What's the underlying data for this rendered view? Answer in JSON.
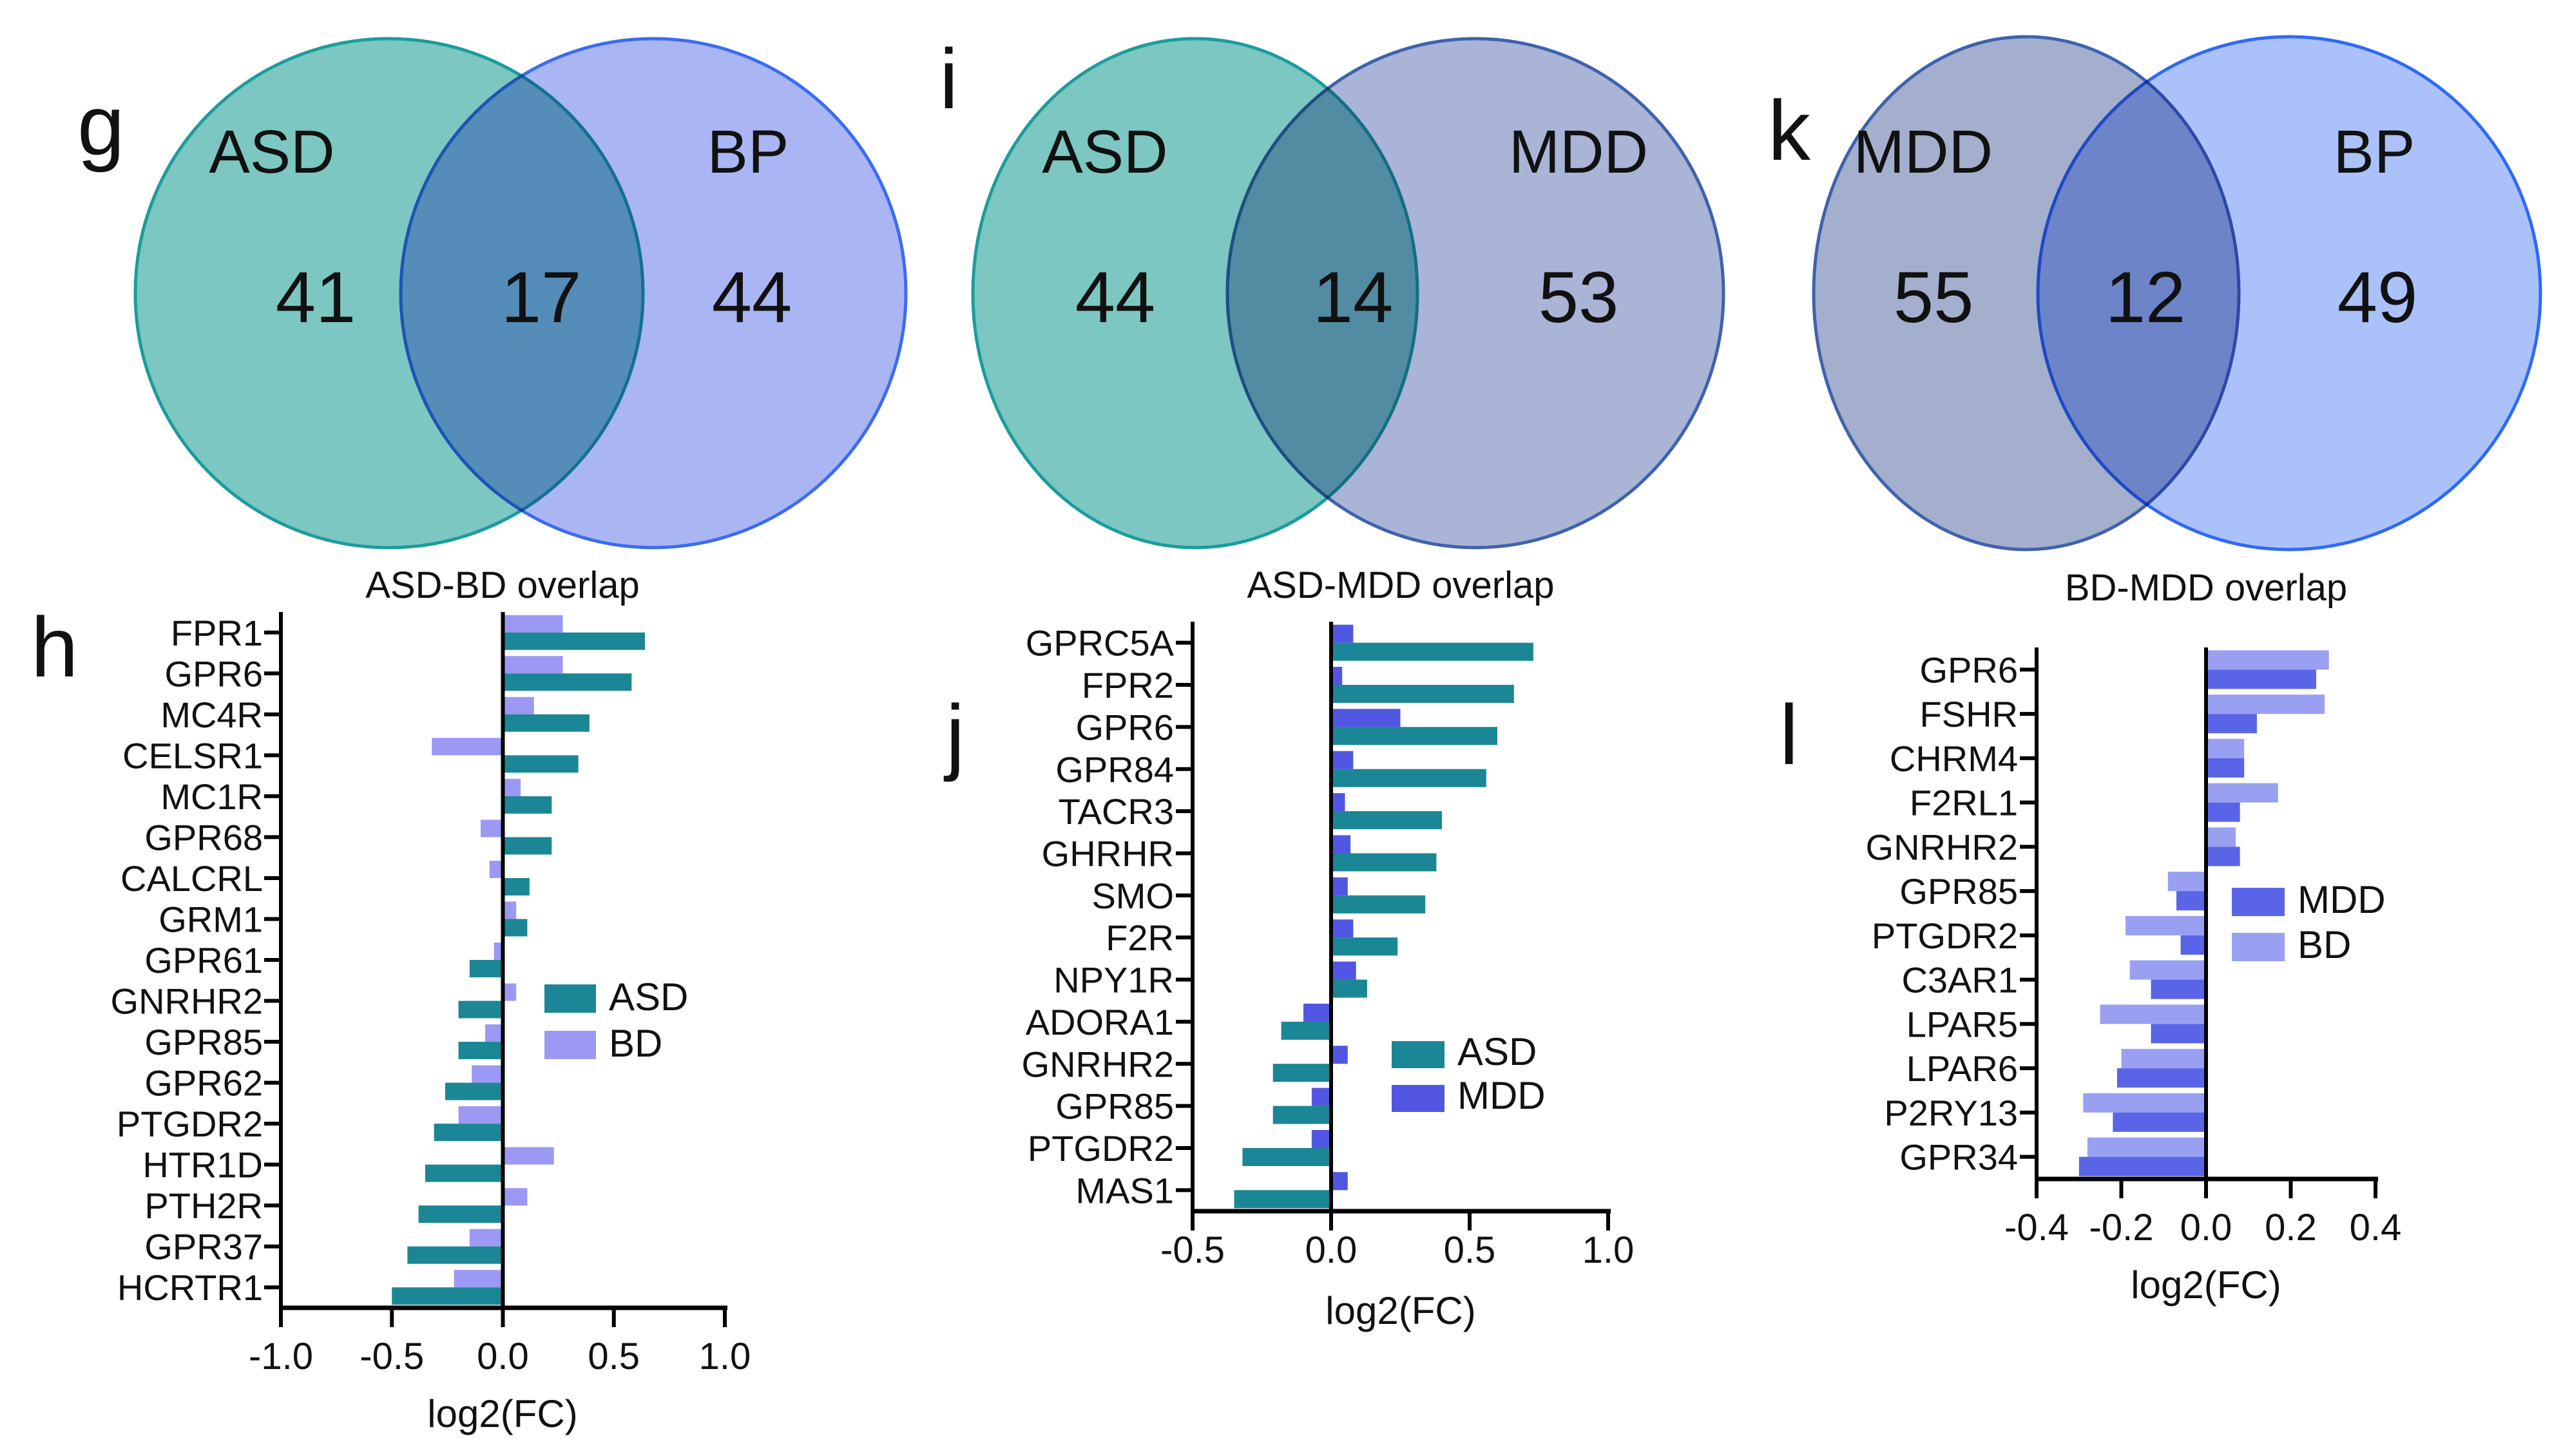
{
  "figure_background": "#ffffff",
  "venns": [
    {
      "letter": "g",
      "left_label": "ASD",
      "right_label": "BP",
      "left_count": "41",
      "overlap_count": "17",
      "right_count": "44",
      "left_fill": "#7cc7c1",
      "left_stroke": "#1c9c9c",
      "right_fill": "#aab5f4",
      "right_stroke": "#3b6cf0"
    },
    {
      "letter": "i",
      "left_label": "ASD",
      "right_label": "MDD",
      "left_count": "44",
      "overlap_count": "14",
      "right_count": "53",
      "left_fill": "#7cc7c1",
      "left_stroke": "#1c9c9c",
      "right_fill": "#a9b4d6",
      "right_stroke": "#3f62ac"
    },
    {
      "letter": "k",
      "left_label": "MDD",
      "right_label": "BP",
      "left_count": "55",
      "overlap_count": "12",
      "right_count": "49",
      "left_fill": "#a3afcd",
      "left_stroke": "#3f62ac",
      "right_fill": "#abc1fa",
      "right_stroke": "#2f6af5"
    }
  ],
  "chart_data": [
    {
      "type": "bar",
      "orientation": "horizontal",
      "panel_letter": "h",
      "title": "ASD-BD overlap",
      "xlabel": "log2(FC)",
      "xlim": [
        -1.0,
        1.0
      ],
      "xticks": [
        "-1.0",
        "-0.5",
        "0.0",
        "0.5",
        "1.0"
      ],
      "xtick_values": [
        -1.0,
        -0.5,
        0.0,
        0.5,
        1.0
      ],
      "grid": false,
      "legend_position": "inside-right",
      "categories": [
        "FPR1",
        "GPR6",
        "MC4R",
        "CELSR1",
        "MC1R",
        "GPR68",
        "CALCRL",
        "GRM1",
        "GPR61",
        "GNRHR2",
        "GPR85",
        "GPR62",
        "PTGDR2",
        "HTR1D",
        "PTH2R",
        "GPR37",
        "HCRTR1"
      ],
      "series": [
        {
          "name": "ASD",
          "color": "#1b8695",
          "values": [
            0.64,
            0.58,
            0.39,
            0.34,
            0.22,
            0.22,
            0.12,
            0.11,
            -0.15,
            -0.2,
            -0.2,
            -0.26,
            -0.31,
            -0.35,
            -0.38,
            -0.43,
            -0.5
          ]
        },
        {
          "name": "BD",
          "color": "#9b99f3",
          "values": [
            0.27,
            0.27,
            0.14,
            -0.32,
            0.08,
            -0.1,
            -0.06,
            0.06,
            -0.04,
            0.06,
            -0.08,
            -0.14,
            -0.2,
            0.23,
            0.11,
            -0.15,
            -0.22
          ]
        }
      ]
    },
    {
      "type": "bar",
      "orientation": "horizontal",
      "panel_letter": "j",
      "title": "ASD-MDD overlap",
      "xlabel": "log2(FC)",
      "xlim": [
        -0.5,
        1.0
      ],
      "xticks": [
        "-0.5",
        "0.0",
        "0.5",
        "1.0"
      ],
      "xtick_values": [
        -0.5,
        0.0,
        0.5,
        1.0
      ],
      "grid": false,
      "legend_position": "inside-right",
      "categories": [
        "GPRC5A",
        "FPR2",
        "GPR6",
        "GPR84",
        "TACR3",
        "GHRHR",
        "SMO",
        "F2R",
        "NPY1R",
        "ADORA1",
        "GNRHR2",
        "GPR85",
        "PTGDR2",
        "MAS1"
      ],
      "series": [
        {
          "name": "ASD",
          "color": "#1b8695",
          "values": [
            0.73,
            0.66,
            0.6,
            0.56,
            0.4,
            0.38,
            0.34,
            0.24,
            0.13,
            -0.18,
            -0.21,
            -0.21,
            -0.32,
            -0.35
          ]
        },
        {
          "name": "MDD",
          "color": "#5156e2",
          "values": [
            0.08,
            0.04,
            0.25,
            0.08,
            0.05,
            0.07,
            0.06,
            0.08,
            0.09,
            -0.1,
            0.06,
            -0.07,
            -0.07,
            0.06
          ]
        }
      ]
    },
    {
      "type": "bar",
      "orientation": "horizontal",
      "panel_letter": "l",
      "title": "BD-MDD overlap",
      "xlabel": "log2(FC)",
      "xlim": [
        -0.4,
        0.4
      ],
      "xticks": [
        "-0.4",
        "-0.2",
        "0.0",
        "0.2",
        "0.4"
      ],
      "xtick_values": [
        -0.4,
        -0.2,
        0.0,
        0.2,
        0.4
      ],
      "grid": false,
      "legend_position": "inside-right",
      "categories": [
        "GPR6",
        "FSHR",
        "CHRM4",
        "F2RL1",
        "GNRHR2",
        "GPR85",
        "PTGDR2",
        "C3AR1",
        "LPAR5",
        "LPAR6",
        "P2RY13",
        "GPR34"
      ],
      "series": [
        {
          "name": "MDD",
          "color": "#5a64e6",
          "values": [
            0.26,
            0.12,
            0.09,
            0.08,
            0.08,
            -0.07,
            -0.06,
            -0.13,
            -0.13,
            -0.21,
            -0.22,
            -0.3
          ]
        },
        {
          "name": "BD",
          "color": "#99a0f2",
          "values": [
            0.29,
            0.28,
            0.09,
            0.17,
            0.07,
            -0.09,
            -0.19,
            -0.18,
            -0.25,
            -0.2,
            -0.29,
            -0.28
          ]
        }
      ]
    }
  ]
}
